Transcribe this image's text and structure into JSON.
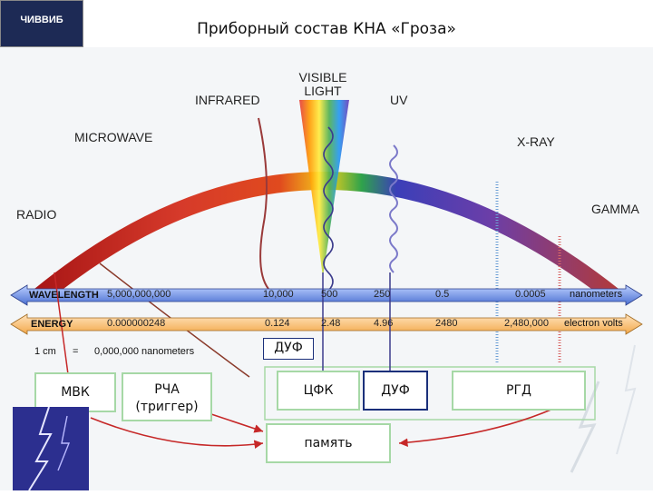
{
  "title": "Приборный состав КНА «Гроза»",
  "logo_text": "ЧИВВИБ",
  "bands": {
    "radio": "RADIO",
    "microwave": "MICROWAVE",
    "infrared": "INFRARED",
    "visible": "VISIBLE\nLIGHT",
    "uv": "UV",
    "xray": "X-RAY",
    "gamma": "GAMMA"
  },
  "wavelength": {
    "label": "WAVELENGTH",
    "values": [
      "5,000,000,000",
      "10,000",
      "500",
      "250",
      "0.5",
      "0.0005"
    ],
    "unit": "nanometers"
  },
  "energy": {
    "label": "ENERGY",
    "values": [
      "0.000000248",
      "0.124",
      "2.48",
      "4.96",
      "2480",
      "2,480,000"
    ],
    "unit": "electron volts"
  },
  "scale_note": {
    "left": "1 cm",
    "eq": "=",
    "right": "0,000,000 nanometers"
  },
  "boxes": {
    "duf_top": "ДУФ",
    "mvk": "МВК",
    "rcha": "РЧА\n(триггер)",
    "cfk": "ЦФК",
    "duf": "ДУФ",
    "rgd": "РГД",
    "pamyat": "память"
  },
  "colors": {
    "wavelength_bar": "#4a6fd1",
    "energy_bar": "#f3a84a",
    "box_border": "#a6d8a6",
    "duf_border": "#1a2f7a",
    "arrow": "#c62828"
  }
}
